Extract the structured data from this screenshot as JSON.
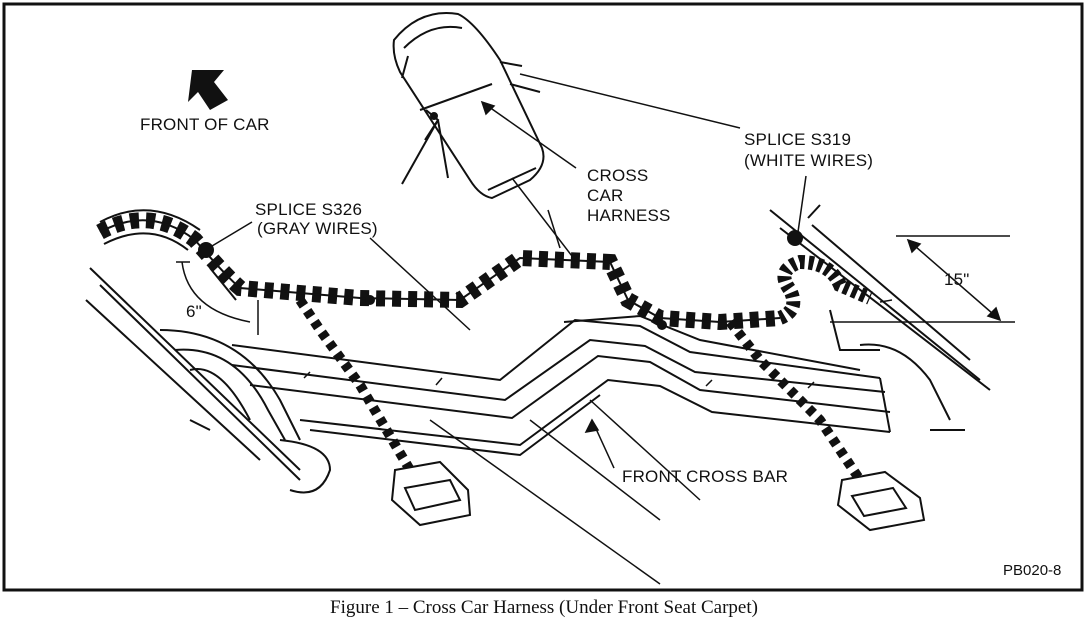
{
  "labels": {
    "front_of_car": "FRONT OF CAR",
    "splice_s326_name": "SPLICE S326",
    "splice_s326_wires": "(GRAY WIRES)",
    "splice_s319_name": "SPLICE S319",
    "splice_s319_wires": "(WHITE WIRES)",
    "cross": "CROSS",
    "car": "CAR",
    "harness": "HARNESS",
    "front_cross_bar": "FRONT CROSS BAR",
    "dim_6": "6\"",
    "dim_15": "15\""
  },
  "figure_code": "PB020-8",
  "caption": "Figure 1 – Cross Car Harness (Under Front Seat Carpet)"
}
